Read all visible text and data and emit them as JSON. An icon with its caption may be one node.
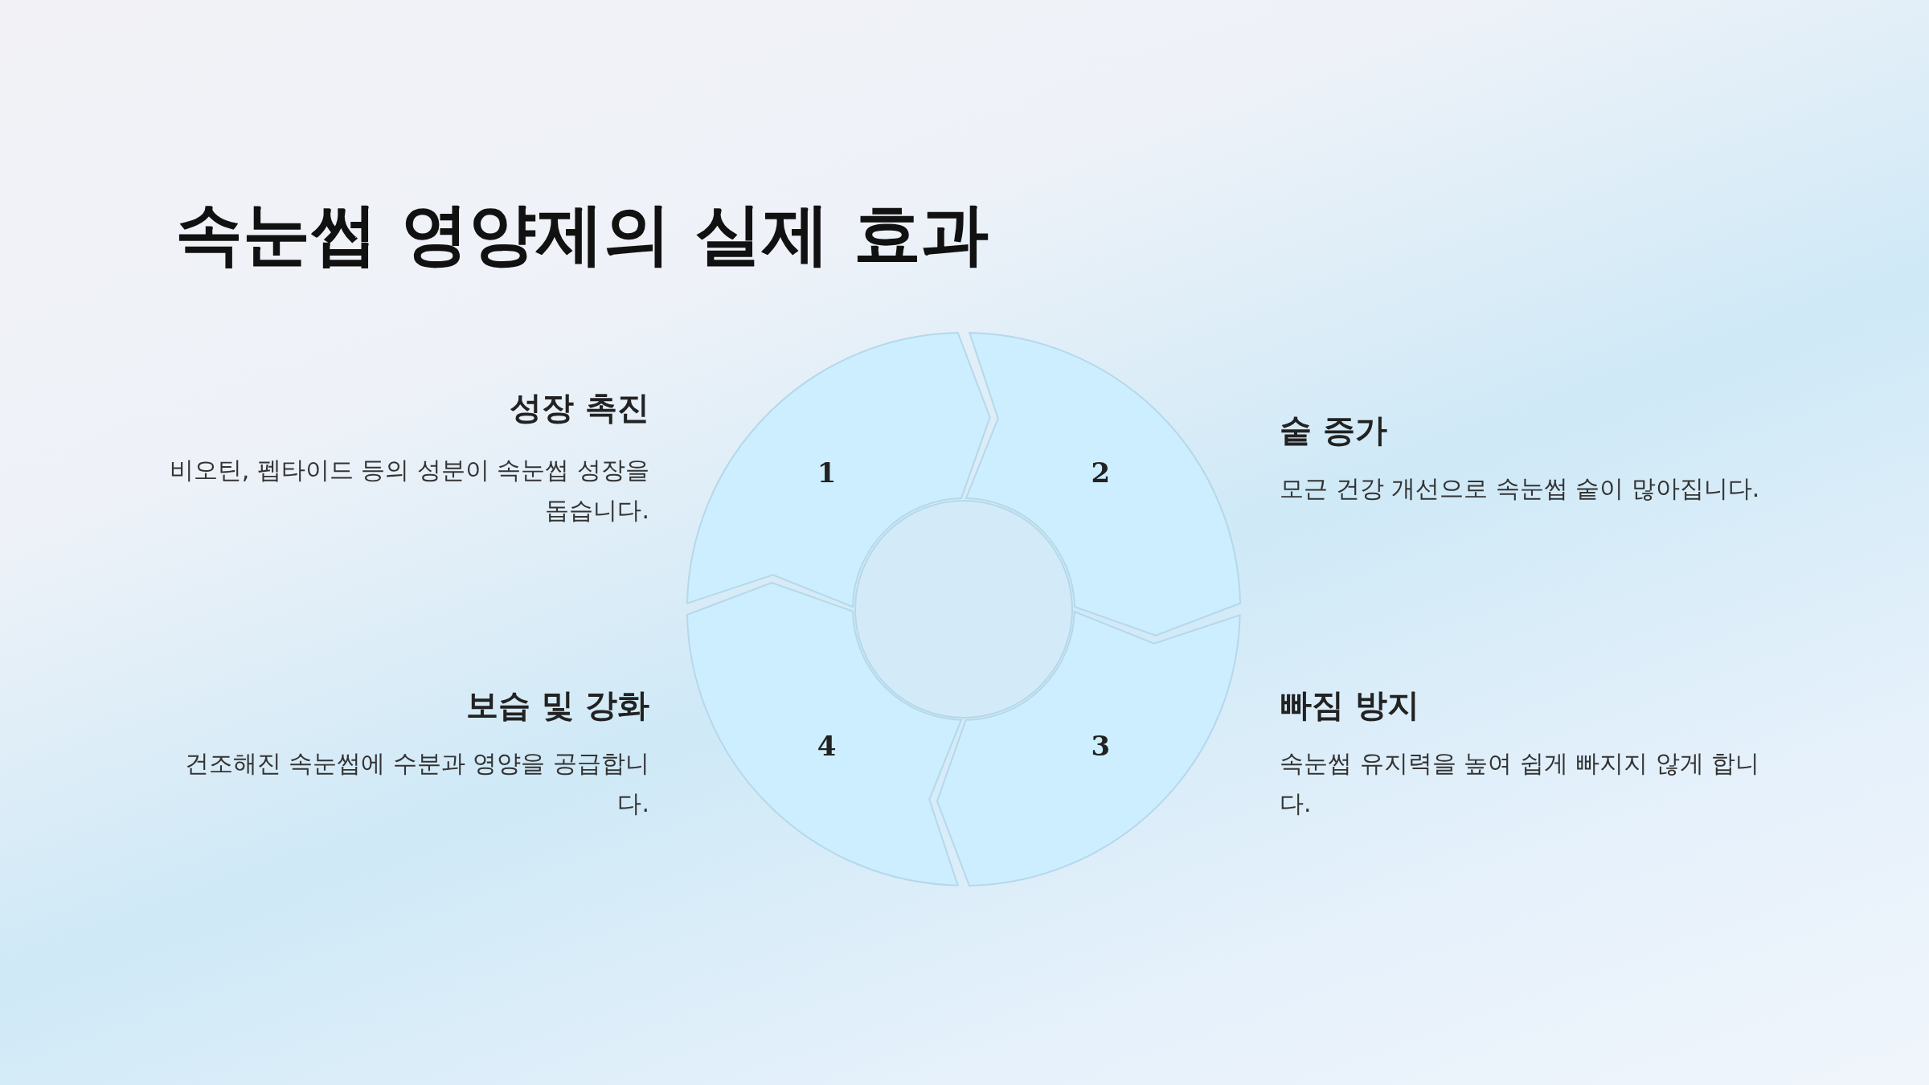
{
  "diagram": {
    "title": "속눈썹 영양제의 실제 효과",
    "nodes": [
      {
        "text": [
          "1"
        ],
        "beside": [
          "성장 촉진",
          "비오틴, 펩타이드 등의 성분이 속눈썹 성장을 돕습니다."
        ]
      },
      {
        "text": [
          "2"
        ],
        "beside": [
          "숱 증가",
          "모근 건강 개선으로 속눈썹 숱이 많아집니다."
        ]
      },
      {
        "text": [
          "3"
        ],
        "beside": [
          "빠짐 방지",
          "속눈썹 유지력을 높여 쉽게 빠지지 않게 합니다."
        ]
      },
      {
        "text": [
          "4"
        ],
        "beside": [
          "보습 및 강화",
          "건조해진 속눈썹에 수분과 영양을 공급합니다."
        ]
      },
      {
        "text": [],
        "shape": "circle"
      }
    ]
  }
}
